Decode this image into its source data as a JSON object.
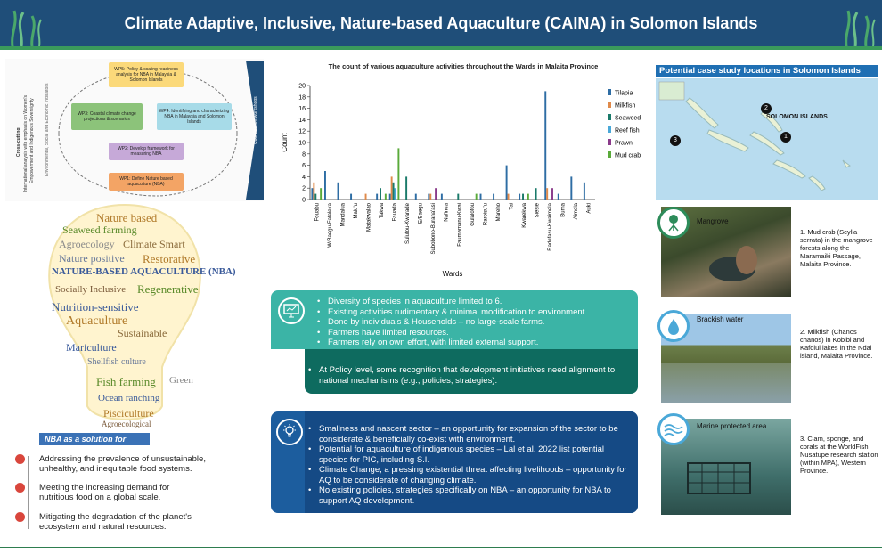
{
  "header": {
    "title": "Climate Adaptive, Inclusive, Nature-based Aquaculture (CAINA) in Solomon Islands"
  },
  "framework": {
    "wp5": "WP5: Policy & scaling readiness analysis for NBA in Malaysia & Solomon Islands",
    "wp3": "WP3: Coastal climate change projections & scenarios",
    "wp4": "WP4: Identifying and characterizing NBA in Malaysia and Solomon Islands",
    "wp2": "WP2: Develop framework for measuring NBA",
    "wp1": "WP1: Define Nature based aquaculture (NBA)",
    "cross_cutting": "Cross-cutting",
    "cross_cutting_line2": "International analysis with emphasis on Women's",
    "cross_cutting_line3": "Empowerment and Indigenous Sovereignty",
    "left_label": "Environmental, Social and Economic Indicators",
    "right_label": "Coordination workshops"
  },
  "wordcloud": {
    "words": [
      {
        "t": "Nature based",
        "c": "#b07a2a"
      },
      {
        "t": "Seaweed farming",
        "c": "#5a8a2a"
      },
      {
        "t": "Agroecology",
        "c": "#8a8a8a"
      },
      {
        "t": "Climate Smart",
        "c": "#8a6a3a"
      },
      {
        "t": "Nature positive",
        "c": "#6a7a9a"
      },
      {
        "t": "Restorative",
        "c": "#b07a2a"
      },
      {
        "t": "NATURE-BASED AQUACULTURE (NBA)",
        "c": "#3a5a9a"
      },
      {
        "t": "Socially Inclusive",
        "c": "#7a5a3a"
      },
      {
        "t": "Regenerative",
        "c": "#5a8a2a"
      },
      {
        "t": "Nutrition-sensitive",
        "c": "#3a5a9a"
      },
      {
        "t": "Aquaculture",
        "c": "#b07a2a"
      },
      {
        "t": "Sustainable",
        "c": "#8a6a3a"
      },
      {
        "t": "Mariculture",
        "c": "#3a5a9a"
      },
      {
        "t": "Shellfish culture",
        "c": "#6a7a9a"
      },
      {
        "t": "Fish farming",
        "c": "#5a8a2a"
      },
      {
        "t": "Green",
        "c": "#8a8a8a"
      },
      {
        "t": "Ocean ranching",
        "c": "#3a5a9a"
      },
      {
        "t": "Pisciculture",
        "c": "#b07a2a"
      },
      {
        "t": "Agroecological",
        "c": "#7a5a3a"
      }
    ]
  },
  "solution": {
    "title": "NBA as a solution for",
    "items": [
      "Addressing the prevalence of unsustainable, unhealthy, and inequitable food systems.",
      "Meeting the increasing demand for nutritious food on a global scale.",
      "Mitigating the degradation of the planet's ecosystem and natural resources."
    ]
  },
  "chart_data": {
    "type": "bar",
    "title": "The count of various aquaculture activities throughout the Wards in Malaita Province",
    "xlabel": "Wards",
    "ylabel": "Count",
    "ylim": [
      0,
      20
    ],
    "yticks": [
      0,
      2,
      4,
      6,
      8,
      10,
      12,
      14,
      16,
      18,
      20
    ],
    "categories": [
      "Fouabu",
      "W/Baegu-Fataleka",
      "Mandalua",
      "Malu'u",
      "Matakwalao",
      "Takwa",
      "Fauada",
      "Sulufou-Kwarade",
      "E/Baegu",
      "Subobono-Burana'asi",
      "Nafinua",
      "Faumamanu-Kwai",
      "Gulalofou",
      "Raroisu'u",
      "Mareho",
      "Tai",
      "Kwarekwa",
      "Siesie",
      "Radefasu-Kwaimela",
      "Buma",
      "Aimela",
      "Auki"
    ],
    "series": [
      {
        "name": "Tilapia",
        "color": "#2e6da4",
        "values": [
          2,
          5,
          3,
          1,
          0,
          1,
          1,
          0,
          1,
          1,
          1,
          0,
          0,
          1,
          1,
          6,
          1,
          0,
          19,
          1,
          4,
          3
        ]
      },
      {
        "name": "Milkfish",
        "color": "#e08a4a",
        "values": [
          3,
          0,
          0,
          0,
          1,
          0,
          4,
          0,
          0,
          1,
          0,
          0,
          0,
          0,
          0,
          1,
          0,
          0,
          2,
          0,
          0,
          0
        ]
      },
      {
        "name": "Seaweed",
        "color": "#1a7a6a",
        "values": [
          1,
          0,
          0,
          0,
          0,
          2,
          3,
          4,
          0,
          0,
          0,
          1,
          0,
          0,
          0,
          0,
          1,
          2,
          0,
          0,
          0,
          0
        ]
      },
      {
        "name": "Reef fish",
        "color": "#4aa8d8",
        "values": [
          0,
          0,
          0,
          0,
          0,
          0,
          2,
          0,
          0,
          0,
          0,
          0,
          0,
          0,
          0,
          0,
          0,
          0,
          0,
          0,
          0,
          0
        ]
      },
      {
        "name": "Prawn",
        "color": "#8a3a8a",
        "values": [
          0,
          0,
          0,
          0,
          0,
          0,
          0,
          0,
          0,
          2,
          0,
          0,
          0,
          0,
          0,
          0,
          0,
          0,
          2,
          0,
          0,
          0
        ]
      },
      {
        "name": "Mud crab",
        "color": "#5aaa3a",
        "values": [
          2,
          0,
          0,
          0,
          0,
          1,
          9,
          0,
          0,
          0,
          0,
          0,
          1,
          0,
          0,
          0,
          1,
          0,
          0,
          0,
          0,
          0
        ]
      }
    ]
  },
  "box1": {
    "items": [
      "Diversity of species in aquaculture limited to 6.",
      "Existing activities rudimentary & minimal modification to environment.",
      "Done by individuals & Households – no large-scale farms.",
      "Farmers have limited resources.",
      "Farmers rely on own effort, with limited external support."
    ],
    "policy": "At Policy level, some recognition that development initiatives need alignment to national mechanisms (e.g., policies, strategies)."
  },
  "box2": {
    "items": [
      "Smallness and nascent sector – an opportunity for expansion of the sector to be considerate & beneficially co-exist with environment.",
      "Potential for aquaculture of indigenous species – Lal et al. 2022 list potential species for PIC, including S.I.",
      "Climate Change, a pressing existential threat affecting livelihoods – opportunity for AQ to be considerate of changing climate.",
      "No existing policies, strategies specifically on NBA – an opportunity for NBA to support AQ development."
    ]
  },
  "right": {
    "title": "Potential case study locations in Solomon Islands",
    "map_label": "SOLOMON ISLANDS",
    "markers": [
      "1",
      "2",
      "3"
    ],
    "sites": [
      {
        "label": "Mangrove",
        "caption": "1. Mud crab (Scylla serrata) in the mangrove forests along the Maramaiki Passage, Malaita Province."
      },
      {
        "label": "Brackish water",
        "caption": "2. Milkfish (Chanos chanos) in Kobibi and Kafolui lakes in the Ndai island, Malaita Province."
      },
      {
        "label": "Marine protected area",
        "caption": "3. Clam, sponge, and corals at the WorldFish Nusatupe research station (within MPA), Western Province."
      }
    ]
  },
  "colors": {
    "header": "#1f4e79",
    "teal": "#3bb4a6",
    "dark_teal": "#0e6b5f",
    "blue": "#1c5d9e",
    "accent_red": "#d9463c"
  }
}
